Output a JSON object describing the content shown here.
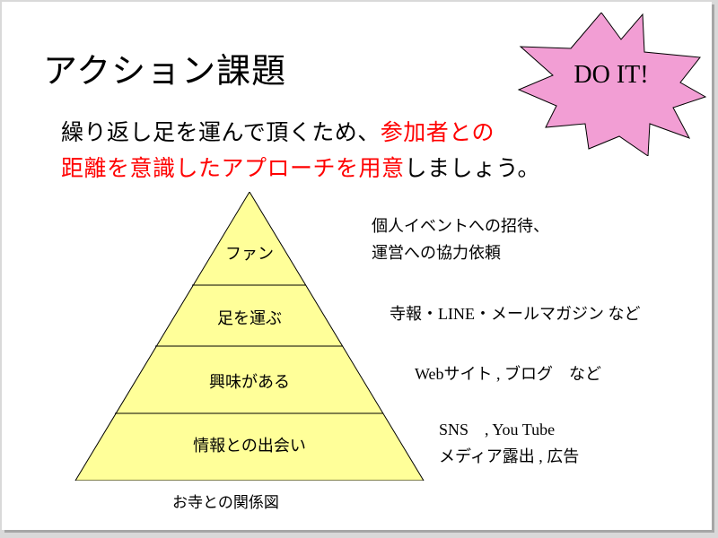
{
  "title": "アクション課題",
  "badge": {
    "text": "DO IT!",
    "fill": "#f29ed4"
  },
  "message": {
    "line1_black": "繰り返し足を運んで頂くため、",
    "line1_red": "参加者との",
    "line2_red": "距離を意識したアプローチを用意",
    "line2_black": "しましょう。"
  },
  "pyramid": {
    "fill": "#ffff99",
    "tiers": [
      {
        "label": "ファン",
        "desc": [
          "個人イベントへの招待、",
          "運営への協力依頼"
        ]
      },
      {
        "label": "足を運ぶ",
        "desc": [
          "寺報・LINE・メールマガジン など"
        ]
      },
      {
        "label": "興味がある",
        "desc": [
          "Webサイト , ブログ　など"
        ]
      },
      {
        "label": "情報との出会い",
        "desc": [
          "SNS　, You Tube",
          "メディア露出 , 広告"
        ]
      }
    ]
  },
  "caption": "お寺との関係図"
}
